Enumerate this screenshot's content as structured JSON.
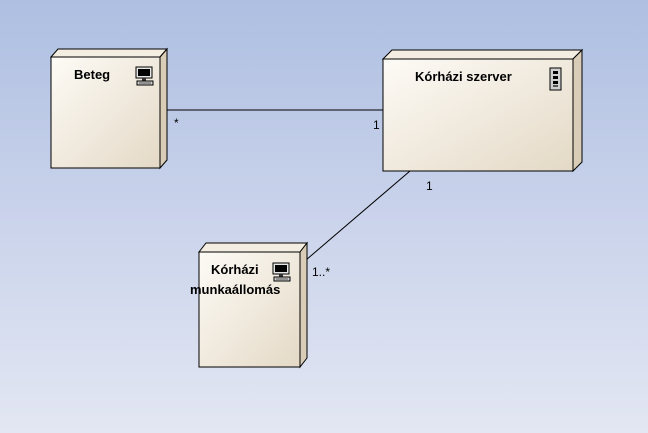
{
  "diagram": {
    "nodes": [
      {
        "id": "beteg",
        "name": "Beteg",
        "icon": "workstation-icon"
      },
      {
        "id": "korhazi-szerver",
        "name": "Kórházi szerver",
        "icon": "server-icon"
      },
      {
        "id": "korhazi-munkaallomas",
        "name_lines": [
          "Kórházi",
          "munkaállomás"
        ],
        "icon": "workstation-icon"
      }
    ],
    "associations": [
      {
        "from": "beteg",
        "to": "korhazi-szerver",
        "from_multiplicity": "*",
        "to_multiplicity": "1"
      },
      {
        "from": "korhazi-szerver",
        "to": "korhazi-munkaallomas",
        "from_multiplicity": "1",
        "to_multiplicity": "1..*"
      }
    ]
  },
  "colors": {
    "node_fill_light": "#fbf8f1",
    "node_fill_dark": "#e6dccb",
    "node_side": "#d8ccb6",
    "node_border": "#000000",
    "background_top": "#aebfe1",
    "background_bottom": "#e3e7f3"
  }
}
